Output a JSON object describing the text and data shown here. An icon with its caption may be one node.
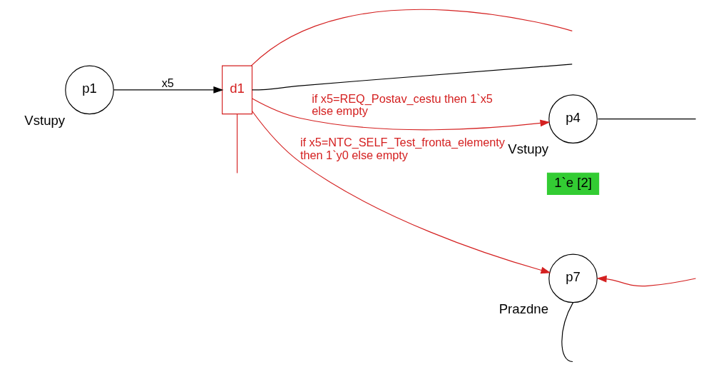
{
  "diagram": {
    "nodes": [
      {
        "text": [
          "p1"
        ],
        "beside": [
          "Vstupy"
        ]
      },
      {
        "text": [
          "d1"
        ]
      },
      {
        "text": [
          "p4"
        ],
        "beside": [
          "Vstupy"
        ]
      },
      {
        "text": [
          "1`e [2]"
        ]
      },
      {
        "text": [
          "p7"
        ],
        "beside": [
          "Prazdne"
        ]
      }
    ],
    "edges": [
      {
        "from": 0,
        "to": 1,
        "arrow": "to",
        "label": "x5",
        "color": "#000000"
      },
      {
        "from": 1,
        "to": 2,
        "arrow": "to",
        "label": "if x5=REQ_Postav_cestu then 1`x5 else empty"
      },
      {
        "from": 1,
        "to": 4,
        "arrow": "to",
        "label": "if x5=NTC_SELF_Test_fronta_elementy then 1`y0 else empty"
      },
      {
        "from": 1,
        "to": null,
        "arrow": "none"
      },
      {
        "from": 1,
        "to": null,
        "arrow": "none",
        "color": "#000000"
      },
      {
        "from": 1,
        "to": null,
        "arrow": "none"
      },
      {
        "from": 2,
        "to": null,
        "arrow": "none",
        "color": "#000000"
      },
      {
        "from": null,
        "to": 4,
        "arrow": "to"
      },
      {
        "from": 4,
        "to": null,
        "arrow": "none",
        "color": "#000000"
      }
    ]
  }
}
